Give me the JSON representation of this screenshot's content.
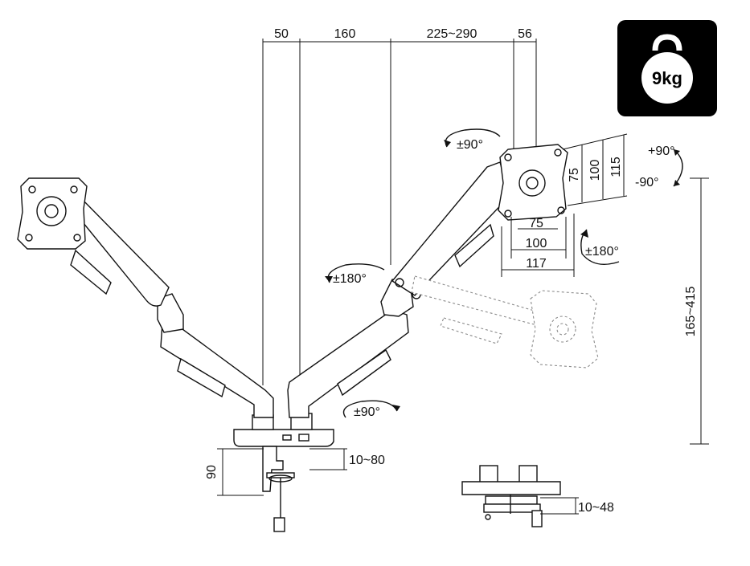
{
  "top_dimensions": {
    "d1": "50",
    "d2": "160",
    "d3": "225~290",
    "d4": "56"
  },
  "vesa": {
    "h_75": "75",
    "h_100": "100",
    "h_117": "117",
    "v_75": "75",
    "v_100": "100",
    "v_115": "115"
  },
  "rotations": {
    "tilt_plus": "+90°",
    "tilt_minus": "-90°",
    "swivel_top": "±90°",
    "rotate_plate": "±180°",
    "rotate_arm": "±180°",
    "rotate_base": "±90°"
  },
  "height_range": "165~415",
  "clamp": {
    "height": "90",
    "desk_thickness": "10~80"
  },
  "grommet": {
    "desk_thickness": "10~48"
  },
  "weight_badge": {
    "label": "9kg",
    "bg_color": "#000000",
    "fg_color": "#ffffff"
  }
}
